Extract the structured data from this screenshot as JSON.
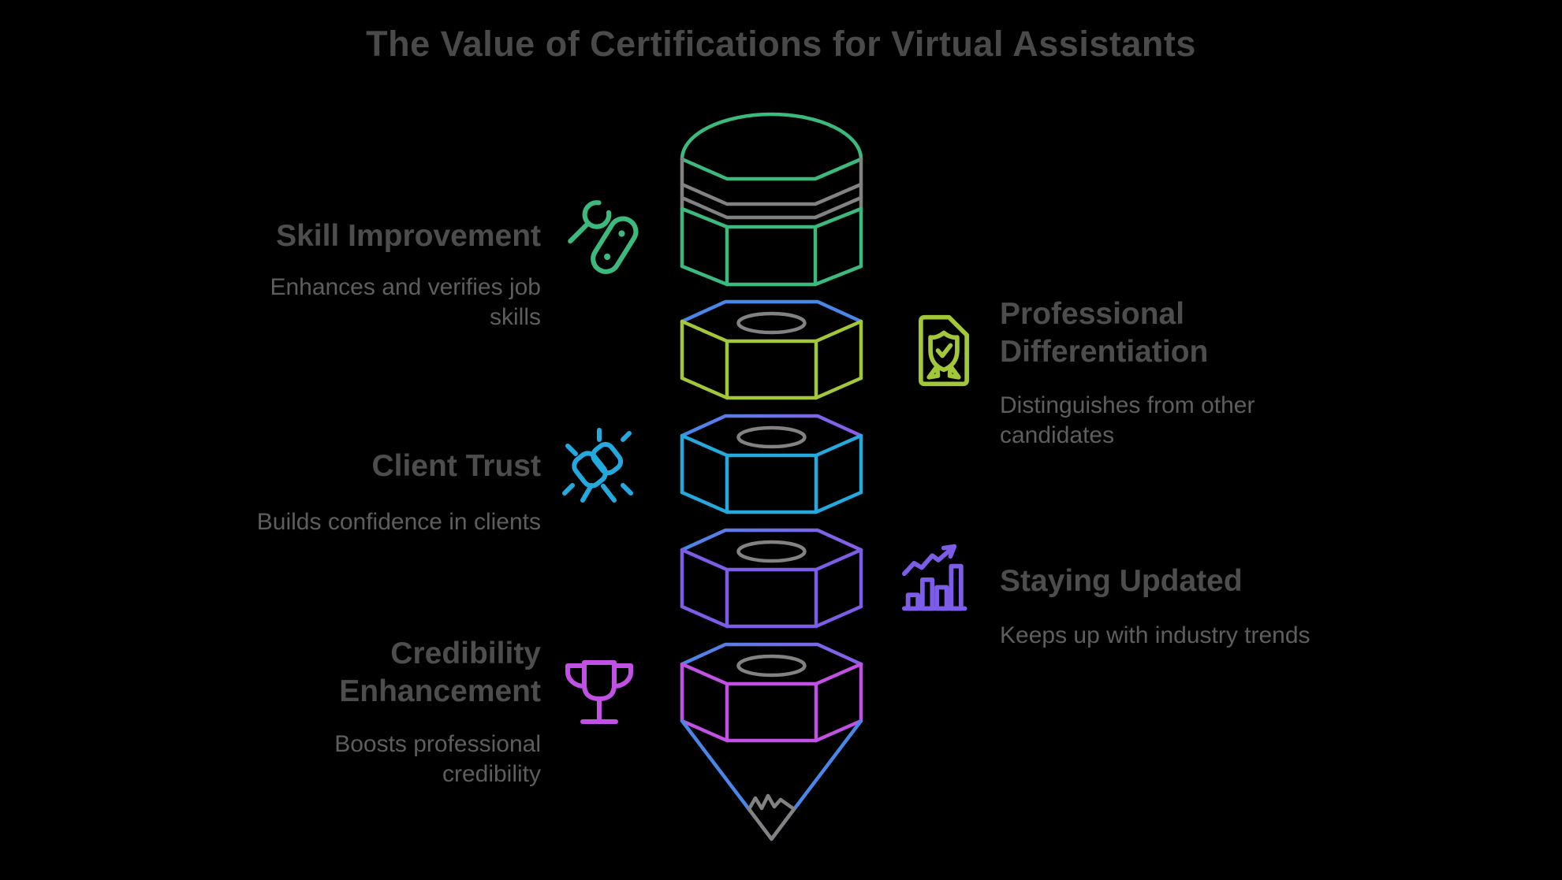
{
  "title": "The Value of Certifications for Virtual Assistants",
  "colors": {
    "background": "#000000",
    "title": "#4a4a4a",
    "heading": "#4d4d4d",
    "subtitle": "#5e5e5e",
    "green": "#3cb97d",
    "yellowgreen": "#a2c83a",
    "cyan": "#24a9df",
    "blue": "#4a86e8",
    "purple": "#7d5ce8",
    "magenta": "#c150e4",
    "violet": "#8a5ce8",
    "gray": "#828282"
  },
  "left_items": [
    {
      "heading": "Skill Improvement",
      "description": "Enhances and verifies job\nskills",
      "icon": "tools-icon",
      "color_key": "green"
    },
    {
      "heading": "Client Trust",
      "description": "Builds confidence in clients",
      "icon": "handshake-icon",
      "color_key": "cyan"
    },
    {
      "heading": "Credibility\nEnhancement",
      "description": "Boosts professional\ncredibility",
      "icon": "trophy-icon",
      "color_key": "magenta"
    }
  ],
  "right_items": [
    {
      "heading": "Professional\nDifferentiation",
      "description": "Distinguishes from other\ncandidates",
      "icon": "certificate-icon",
      "color_key": "yellowgreen"
    },
    {
      "heading": "Staying Updated",
      "description": "Keeps up with industry trends",
      "icon": "chart-icon",
      "color_key": "purple"
    }
  ],
  "stack": {
    "segments": [
      {
        "name": "pencil-cap",
        "color_key": "green"
      },
      {
        "name": "hex-nut-1",
        "color_key": "yellowgreen"
      },
      {
        "name": "hex-nut-2",
        "color_key": "cyan"
      },
      {
        "name": "hex-nut-3",
        "color_key": "purple"
      },
      {
        "name": "hex-nut-4",
        "color_key": "magenta"
      },
      {
        "name": "funnel-tip",
        "color_key": "blue"
      }
    ]
  }
}
